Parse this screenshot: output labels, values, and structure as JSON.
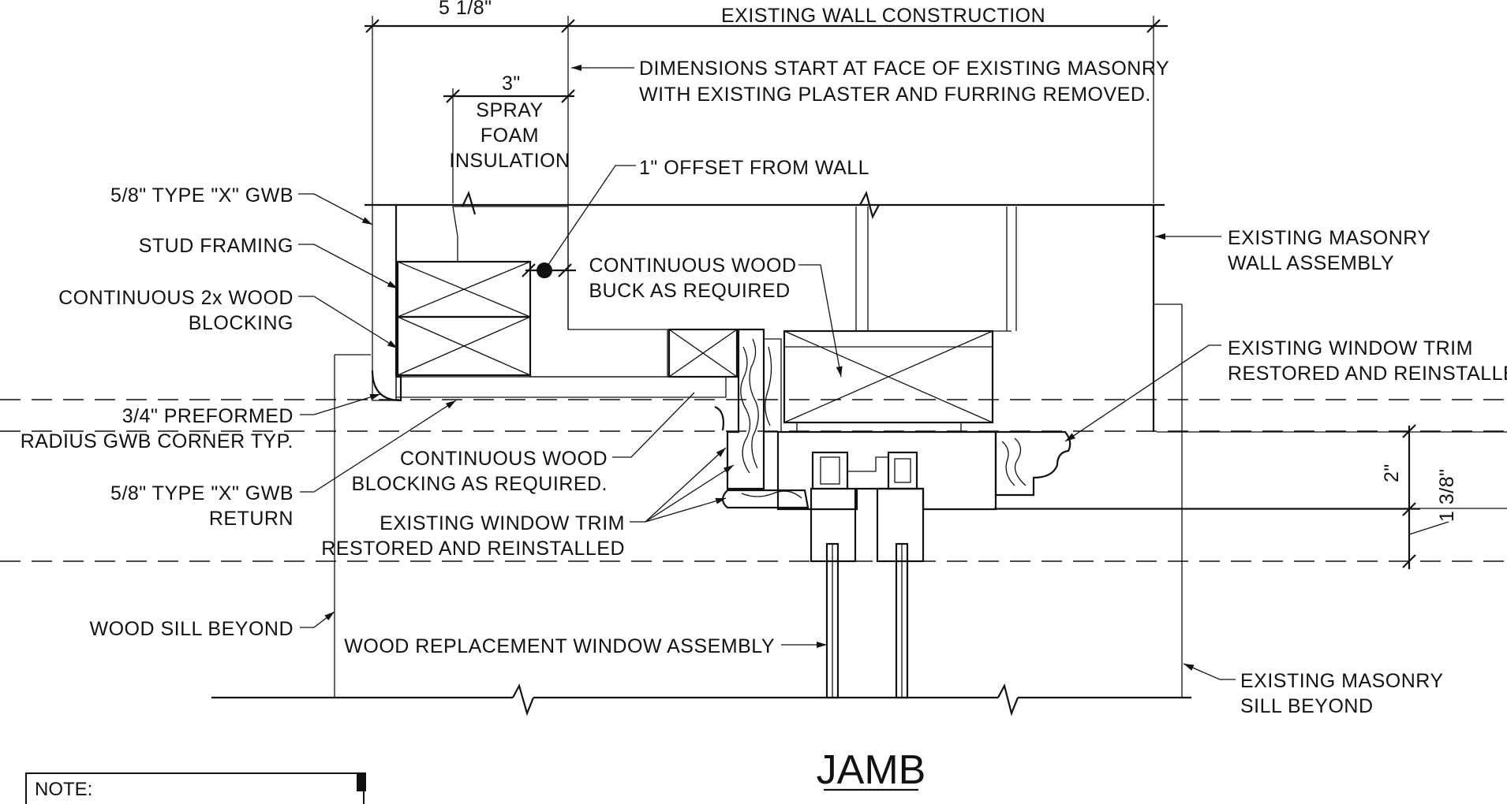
{
  "title": "JAMB",
  "note_label": "NOTE:",
  "dimensions": {
    "d_5_1_8": "5 1/8\"",
    "d_3": "3\"",
    "d_2": "2\"",
    "d_1_3_8": "1 3/8\""
  },
  "labels": {
    "existing_wall_construction": "EXISTING WALL CONSTRUCTION",
    "dims_note_1": "DIMENSIONS START AT FACE OF EXISTING MASONRY",
    "dims_note_2": "WITH EXISTING PLASTER AND FURRING REMOVED.",
    "spray_1": "SPRAY",
    "spray_2": "FOAM",
    "spray_3": "INSULATION",
    "offset": "1\" OFFSET FROM WALL",
    "gwb_x": "5/8\" TYPE \"X\" GWB",
    "stud": "STUD FRAMING",
    "blocking_1": "CONTINUOUS 2x WOOD",
    "blocking_2": "BLOCKING",
    "buck_1": "CONTINUOUS WOOD",
    "buck_2": "BUCK AS REQUIRED",
    "masonry_wall_1": "EXISTING MASONRY",
    "masonry_wall_2": "WALL ASSEMBLY",
    "trim_right_1": "EXISTING WINDOW TRIM",
    "trim_right_2": "RESTORED AND REINSTALLED",
    "corner_1": "3/4\" PREFORMED",
    "corner_2": "RADIUS GWB CORNER TYP.",
    "cont_block_1": "CONTINUOUS WOOD",
    "cont_block_2": "BLOCKING AS REQUIRED.",
    "gwb_return_1": "5/8\" TYPE \"X\" GWB",
    "gwb_return_2": "RETURN",
    "trim_left_1": "EXISTING WINDOW TRIM",
    "trim_left_2": "RESTORED AND REINSTALLED",
    "wood_sill": "WOOD SILL BEYOND",
    "replacement": "WOOD REPLACEMENT WINDOW ASSEMBLY",
    "masonry_sill_1": "EXISTING MASONRY",
    "masonry_sill_2": "SILL BEYOND"
  }
}
